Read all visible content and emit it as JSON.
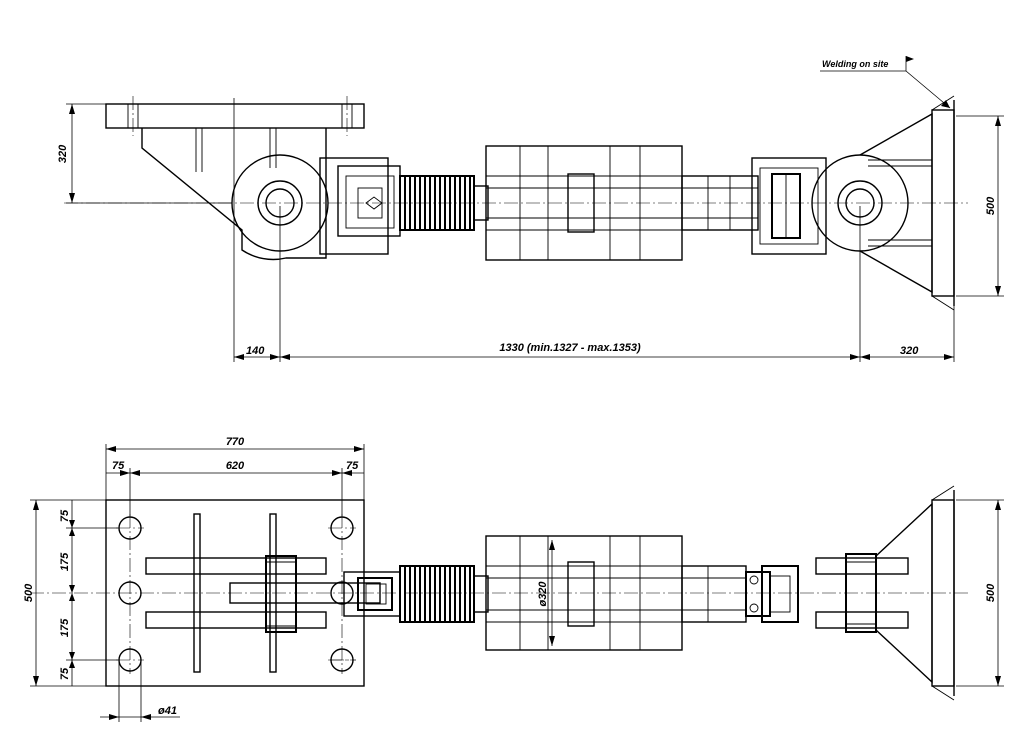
{
  "annotations": {
    "welding": "Welding on site"
  },
  "side_view": {
    "dim_left_height": "320",
    "dim_right_height": "500",
    "dim_140": "140",
    "dim_length": "1330 (min.1327 - max.1353)",
    "dim_320": "320"
  },
  "plan_view": {
    "dim_total_width": "770",
    "dim_left_75": "75",
    "dim_620": "620",
    "dim_right_75": "75",
    "dim_height": "500",
    "dim_v_75_top": "75",
    "dim_v_175_top": "175",
    "dim_v_175_bottom": "175",
    "dim_v_75_bottom": "75",
    "dim_diameter_320": "ø320",
    "dim_hole": "ø41",
    "dim_right_height": "500"
  }
}
